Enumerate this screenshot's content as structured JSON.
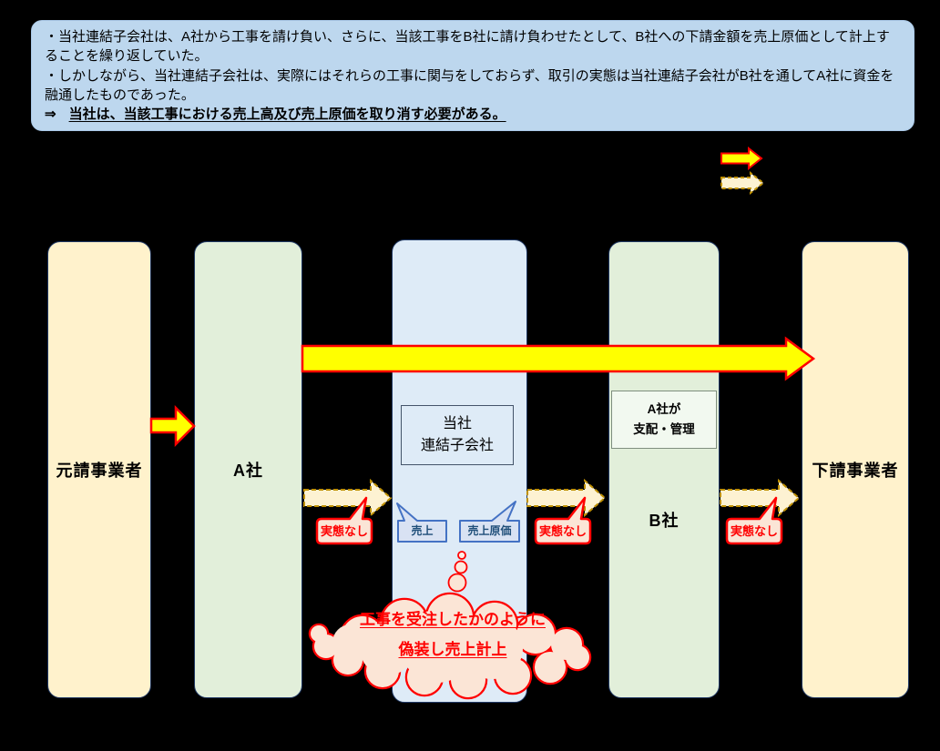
{
  "summary_box": {
    "bullet1": "・当社連結子会社は、A社から工事を請け負い、さらに、当該工事をB社に請け負わせたとして、B社への下請金額を売上原価として計上することを繰り返していた。",
    "bullet2": "・しかしながら、当社連結子会社は、実際にはそれらの工事に関与をしておらず、取引の実態は当社連結子会社がB社を通してA社に資金を融通したものであった。",
    "arrow_prefix": "⇒",
    "conclusion": "当社は、当該工事における売上高及び売上原価を取り消す必要がある。"
  },
  "entities": {
    "original_contractor": "元請事業者",
    "company_a": "A社",
    "subsidiary_line1": "当社",
    "subsidiary_line2": "連結子会社",
    "company_b": "B社",
    "company_b_note_line1": "A社が",
    "company_b_note_line2": "支配・管理",
    "subcontractor": "下請事業者"
  },
  "callouts": {
    "sales": "売上",
    "cost_of_sales": "売上原価",
    "no_substance": "実態なし",
    "cloud_line1": "工事を受注したかのように",
    "cloud_line2": "偽装し売上計上"
  },
  "colors": {
    "summary_bg": "#BDD7EE",
    "cream_column": "#FFF2CC",
    "green_column": "#E2EFDA",
    "blue_column": "#DEEBF7",
    "column_border": "#203864",
    "arrow_yellow": "#FFFF00",
    "arrow_red_border": "#FF0000",
    "dashed_arrow_fill": "#FDF2D2",
    "dashed_arrow_border": "#BF9000",
    "callout_pink": "#FBE5D6",
    "callout_red": "#FF0000",
    "blue_callout_fill": "#D9E2F3",
    "blue_callout_border": "#4472C4",
    "blue_callout_text": "#1F4E79"
  }
}
